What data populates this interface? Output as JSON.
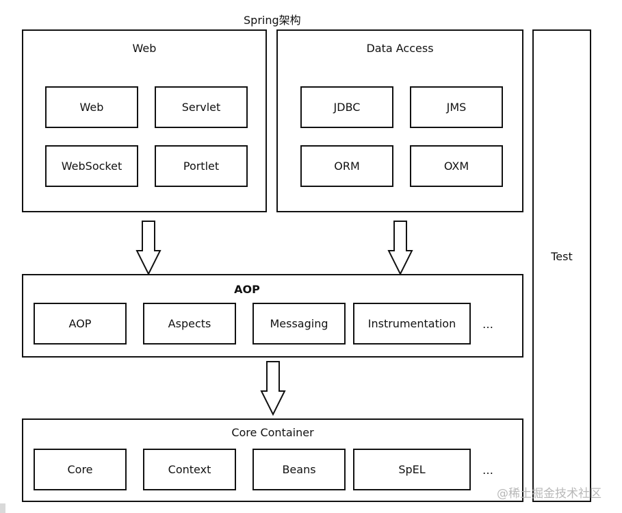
{
  "diagram": {
    "title": "Spring架构",
    "web": {
      "title": "Web",
      "modules": [
        "Web",
        "Servlet",
        "WebSocket",
        "Portlet"
      ]
    },
    "data_access": {
      "title": "Data Access",
      "modules": [
        "JDBC",
        "JMS",
        "ORM",
        "OXM"
      ]
    },
    "aop": {
      "title": "AOP",
      "modules": [
        "AOP",
        "Aspects",
        "Messaging",
        "Instrumentation"
      ],
      "ellipsis": "…"
    },
    "core": {
      "title": "Core Container",
      "modules": [
        "Core",
        "Context",
        "Beans",
        "SpEL"
      ],
      "ellipsis": "…"
    },
    "test": {
      "title": "Test"
    }
  },
  "watermark": "@稀土掘金技术社区",
  "colors": {
    "stroke": "#111111",
    "background": "#ffffff",
    "watermark": "#b8b8b8"
  }
}
